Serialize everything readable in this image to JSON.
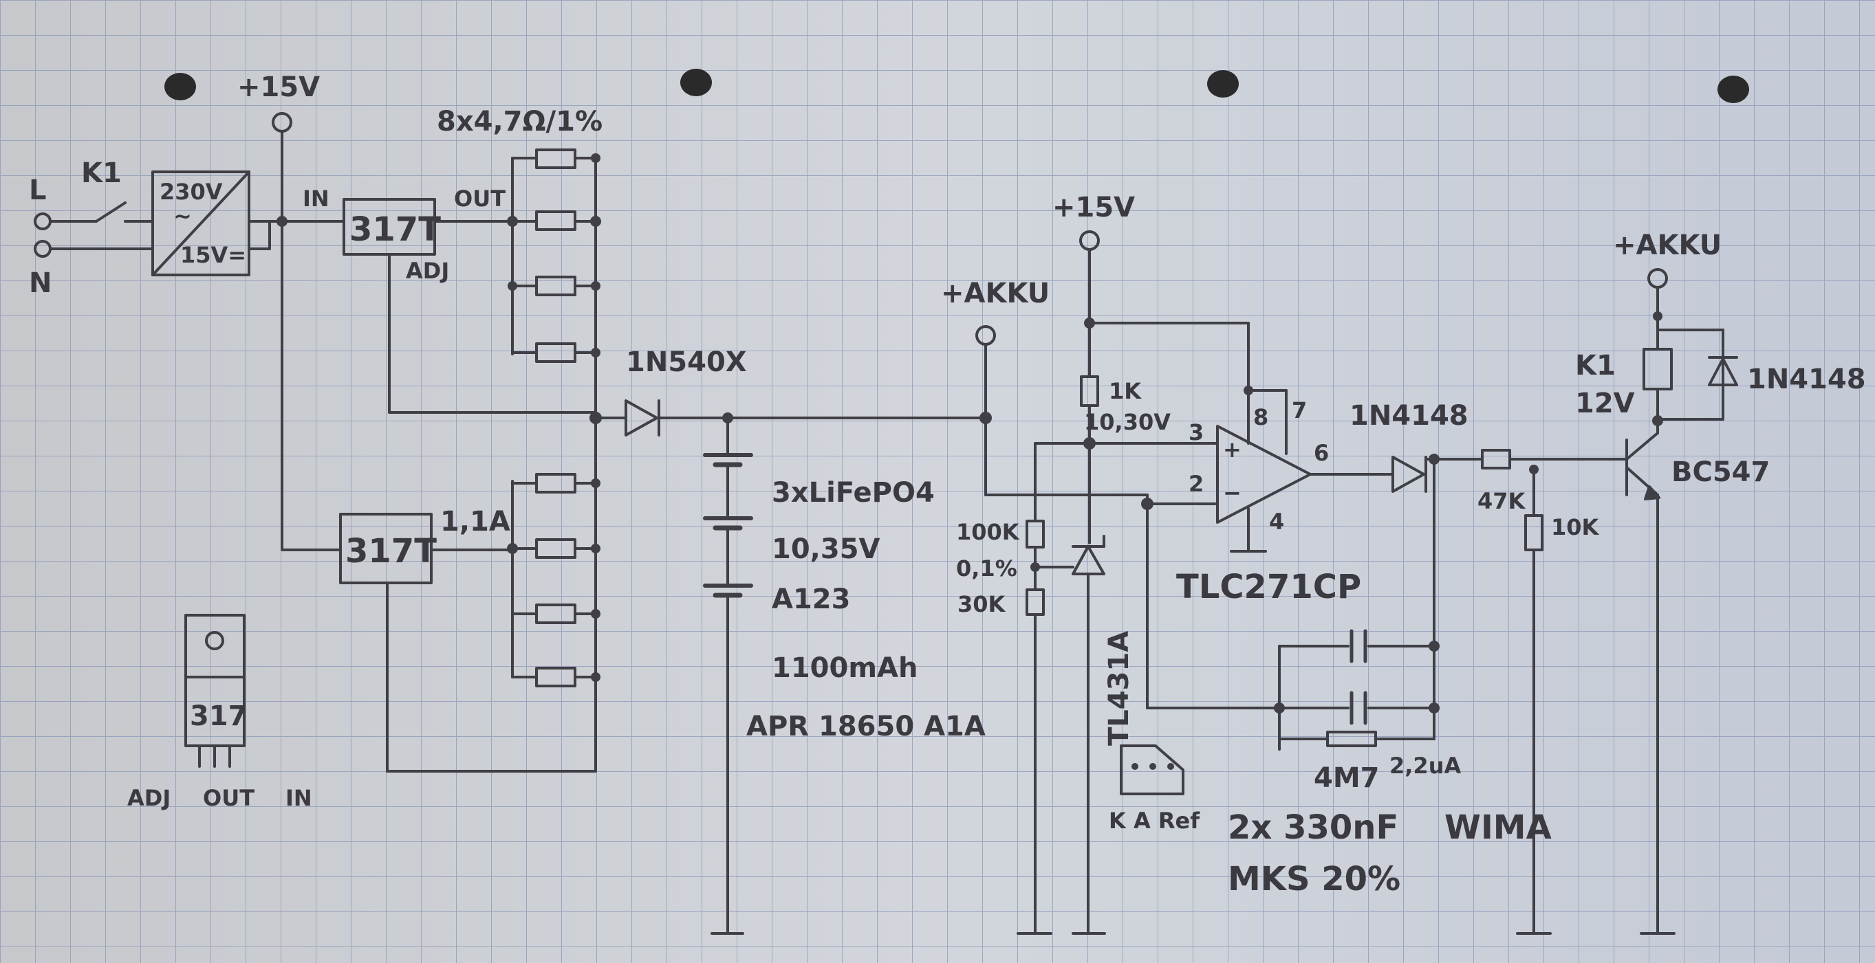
{
  "colors": {
    "paper": "#cdd1d7",
    "grid": "#8a97b8",
    "ink": "#3a3a40"
  },
  "power": {
    "label_15v_left": "+15V",
    "label_15v_mid": "+15V",
    "label_akku_mid": "+AKKU",
    "label_akku_right": "+AKKU",
    "mains_l": "L",
    "mains_n": "N",
    "switch_label": "K1",
    "psu_in": "230V",
    "psu_tilde": "~",
    "psu_out": "15V="
  },
  "regulators": {
    "top_body": "317T",
    "bottom_body": "317T",
    "in_label": "IN",
    "out_label": "OUT",
    "adj_label": "ADJ",
    "current_label": "1,1A",
    "resistor_bank_label": "8x4,7Ω/1%"
  },
  "package": {
    "body": "317",
    "pins": [
      "ADJ",
      "OUT",
      "IN"
    ]
  },
  "diode_main": "1N540X",
  "battery": {
    "lines": [
      "3xLiFePO4",
      "10,35V",
      "A123",
      "1100mAh",
      "APR 18650 A1A"
    ]
  },
  "reference": {
    "r1": "1K",
    "v_ref": "10,30V",
    "r_top": "100K",
    "r_tol": "0,1%",
    "r_bottom": "30K",
    "ic": "TL431A",
    "pinout": "K A Ref"
  },
  "opamp": {
    "pin3": "3",
    "pin2": "2",
    "pin6": "6",
    "pin4": "4",
    "pin8": "8",
    "pin7": "7",
    "plus": "+",
    "minus": "−",
    "part": "TLC271CP"
  },
  "feedback": {
    "resistor": "4M7",
    "resistor_note": "2,2uA",
    "caps_line1": "2x 330nF",
    "caps_brand": "WIMA",
    "caps_line2": "MKS 20%"
  },
  "output_stage": {
    "diode": "1N4148",
    "r_base": "47K",
    "r_pull": "10K",
    "transistor": "BC547",
    "relay": "K1",
    "relay_v": "12V",
    "flyback": "1N4148"
  }
}
